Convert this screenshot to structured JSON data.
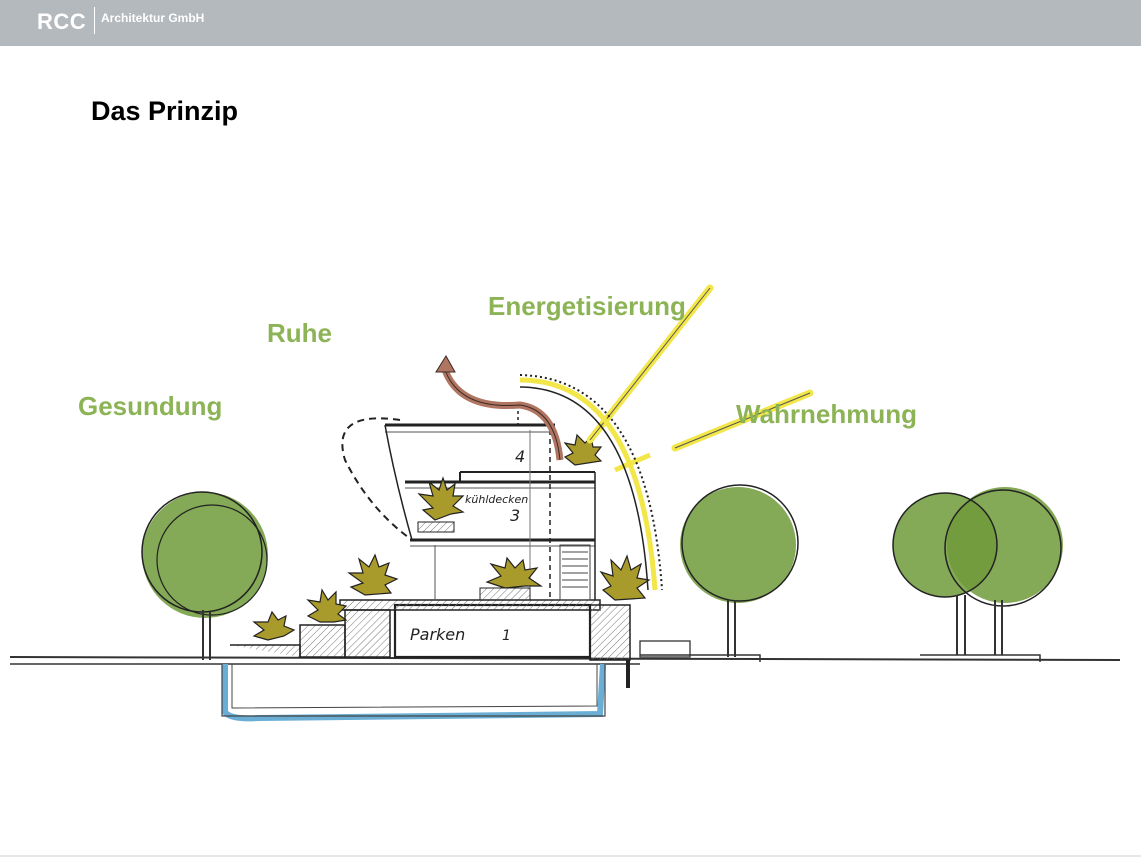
{
  "header": {
    "logo": "RCC",
    "company": "Architektur GmbH"
  },
  "title": "Das Prinzip",
  "concepts": {
    "gesundung": "Gesundung",
    "ruhe": "Ruhe",
    "energetisierung": "Energetisierung",
    "wahrnehmung": "Wahrnehmung"
  },
  "sketch": {
    "floor_4": "4",
    "floor_3": "3",
    "kuehldecken": "kühldecken",
    "parken": "Parken",
    "floor_1": "1"
  },
  "colors": {
    "header": "#b4b9bd",
    "concept_green": "#8cb456",
    "tree_green": "#6f9a3a",
    "water_blue": "#6aaed6",
    "sun_yellow": "#f2e648",
    "air_brown": "#b07562"
  }
}
